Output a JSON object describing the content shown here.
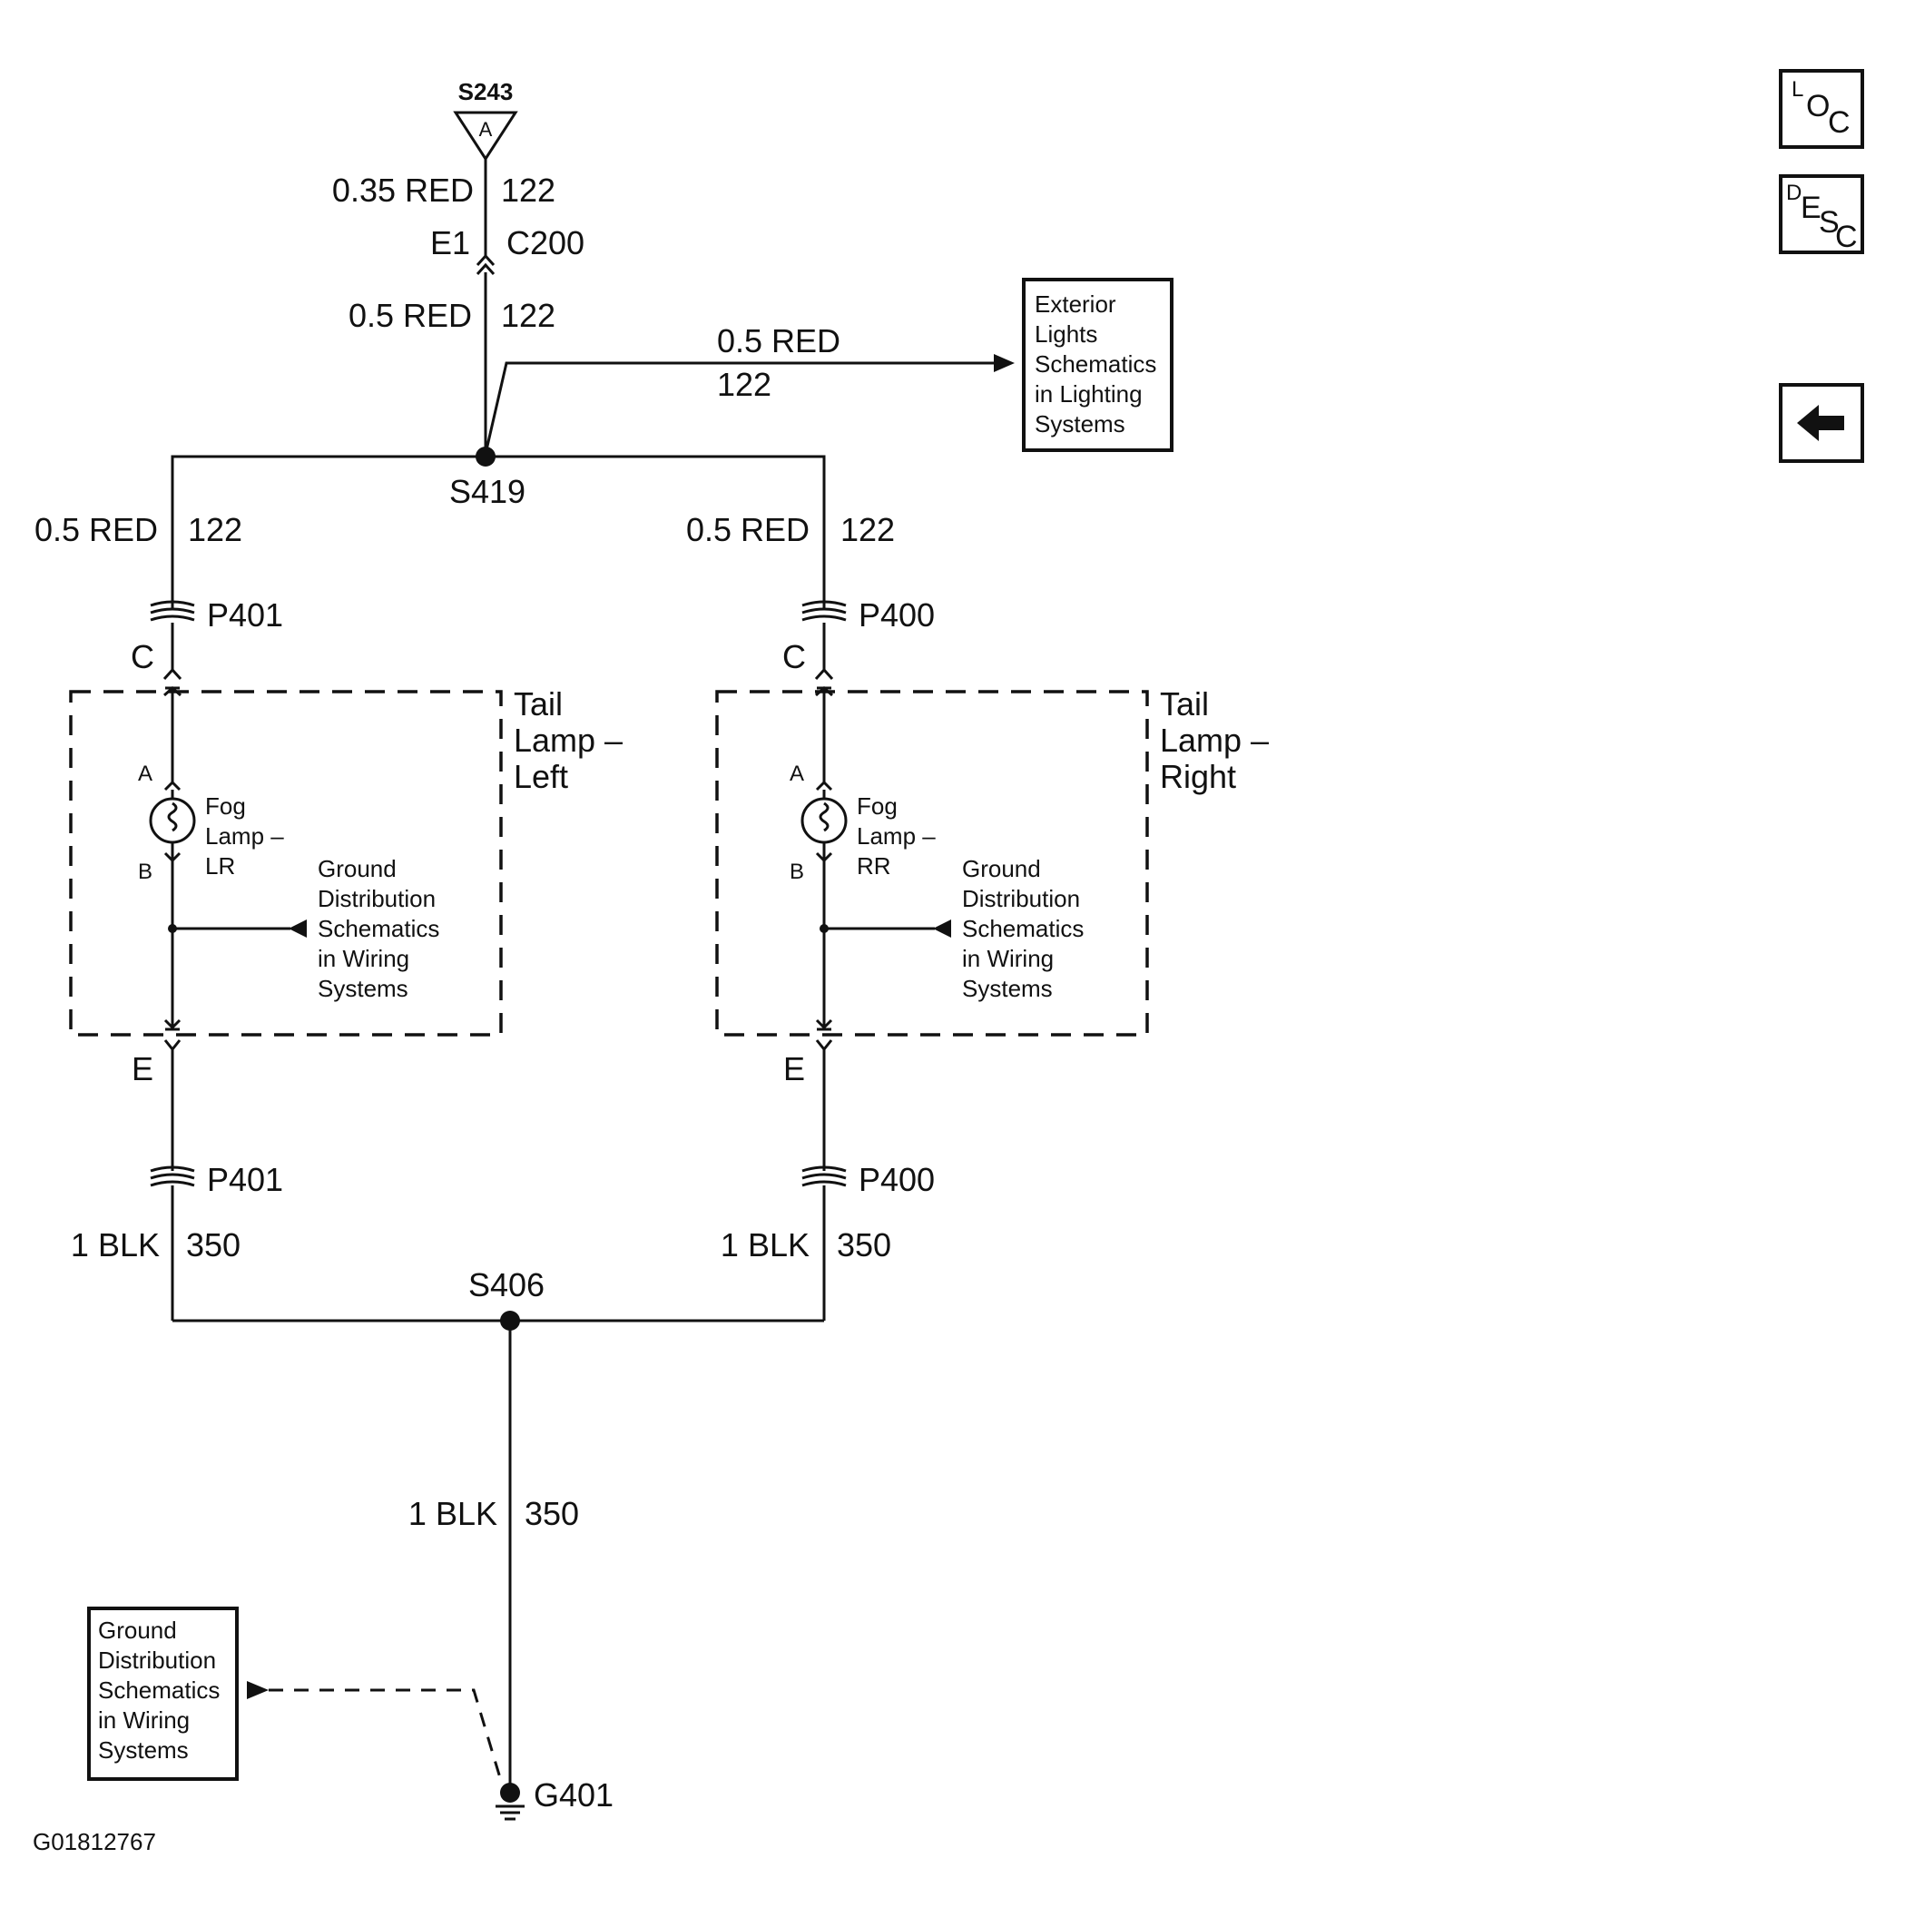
{
  "top_splice": {
    "id": "S243",
    "pin": "A"
  },
  "wire_top": {
    "gauge_color": "0.35 RED",
    "circuit": "122"
  },
  "connector_c200": {
    "pin": "E1",
    "name": "C200"
  },
  "wire_upper": {
    "gauge_color": "0.5 RED",
    "circuit": "122"
  },
  "wire_branch": {
    "gauge_color": "0.5 RED",
    "circuit": "122"
  },
  "ref_exterior": {
    "lines": [
      "Exterior",
      "Lights",
      "Schematics",
      "in Lighting",
      "Systems"
    ]
  },
  "splice_s419": "S419",
  "left": {
    "wire_in": {
      "gauge_color": "0.5 RED",
      "circuit": "122"
    },
    "conn_top": {
      "name": "P401",
      "pin": "C"
    },
    "component_lines": [
      "Tail",
      "Lamp –",
      "Left"
    ],
    "bulb_pin_a": "A",
    "bulb_pin_b": "B",
    "bulb_lines": [
      "Fog",
      "Lamp –",
      "LR"
    ],
    "ground_ref_lines": [
      "Ground",
      "Distribution",
      "Schematics",
      "in Wiring",
      "Systems"
    ],
    "conn_bottom": {
      "name": "P401",
      "pin": "E"
    },
    "wire_out": {
      "gauge_color": "1 BLK",
      "circuit": "350"
    }
  },
  "right": {
    "wire_in": {
      "gauge_color": "0.5 RED",
      "circuit": "122"
    },
    "conn_top": {
      "name": "P400",
      "pin": "C"
    },
    "component_lines": [
      "Tail",
      "Lamp –",
      "Right"
    ],
    "bulb_pin_a": "A",
    "bulb_pin_b": "B",
    "bulb_lines": [
      "Fog",
      "Lamp –",
      "RR"
    ],
    "ground_ref_lines": [
      "Ground",
      "Distribution",
      "Schematics",
      "in Wiring",
      "Systems"
    ],
    "conn_bottom": {
      "name": "P400",
      "pin": "E"
    },
    "wire_out": {
      "gauge_color": "1 BLK",
      "circuit": "350"
    }
  },
  "splice_s406": "S406",
  "wire_ground": {
    "gauge_color": "1 BLK",
    "circuit": "350"
  },
  "ground_ref_box": {
    "lines": [
      "Ground",
      "Distribution",
      "Schematics",
      "in Wiring",
      "Systems"
    ]
  },
  "ground_point": "G401",
  "figure_id": "G01812767",
  "nav_buttons": {
    "loc": [
      "L",
      "O",
      "C"
    ],
    "desc": [
      "D",
      "E",
      "S",
      "C"
    ]
  }
}
